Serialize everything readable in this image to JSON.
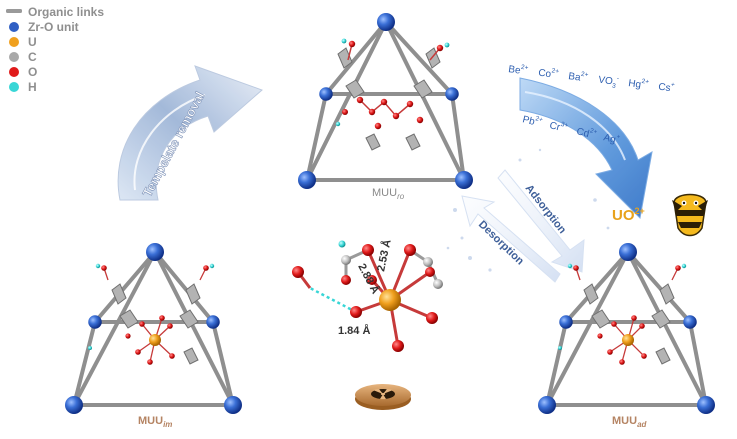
{
  "legend": {
    "items": [
      {
        "label": "Organic links",
        "symbol": "bar",
        "color": "#9a9a9a"
      },
      {
        "label": "Zr-O unit",
        "symbol": "dot",
        "color": "#2f5fc4"
      },
      {
        "label": "U",
        "symbol": "dot",
        "color": "#f0a01e"
      },
      {
        "label": "C",
        "symbol": "dot",
        "color": "#a9a9a9"
      },
      {
        "label": "O",
        "symbol": "dot",
        "color": "#e01a1a"
      },
      {
        "label": "H",
        "symbol": "dot",
        "color": "#38d6d6"
      }
    ]
  },
  "arrows": {
    "template_removal": "Tempelate removal",
    "adsorption": "Adsorption",
    "desorption": "Desorption"
  },
  "ions": {
    "row1": [
      {
        "base": "Be",
        "sup": "2+"
      },
      {
        "base": "Co",
        "sup": "2+"
      },
      {
        "base": "Ba",
        "sup": "2+"
      },
      {
        "base": "VO",
        "sup": "-",
        "sub": "3"
      },
      {
        "base": "Hg",
        "sup": "2+"
      },
      {
        "base": "Cs",
        "sup": "+"
      }
    ],
    "row2": [
      {
        "base": "Pb",
        "sup": "2+"
      },
      {
        "base": "Cr",
        "sup": "3+"
      },
      {
        "base": "Cd",
        "sup": "2+"
      },
      {
        "base": "Ag",
        "sup": "+"
      }
    ]
  },
  "uranyl": {
    "base": "UO",
    "sup": "2+"
  },
  "structures": {
    "top": {
      "base": "MUU",
      "sub": "ro"
    },
    "left": {
      "base": "MUU",
      "sub": "im"
    },
    "right": {
      "base": "MUU",
      "sub": "ad"
    }
  },
  "bond_lengths": {
    "a": "2.53 Å",
    "b": "2.88 Å",
    "c": "1.84 Å"
  },
  "colors": {
    "zr": "#2f5fc4",
    "uranium": "#f0a01e",
    "carbon": "#a9a9a9",
    "oxygen": "#e01a1a",
    "hydrogen": "#38d6d6",
    "label_text": "#b58463",
    "arrow_blue": "#4a78c2",
    "uranyl_text": "#e8a21c"
  },
  "icons": [
    "radiation-icon",
    "bee-mascot-icon"
  ]
}
